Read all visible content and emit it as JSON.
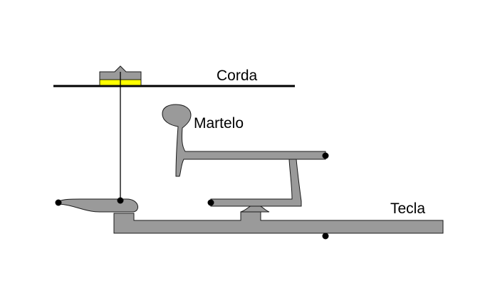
{
  "labels": {
    "string": "Corda",
    "hammer": "Martelo",
    "key": "Tecla"
  },
  "colors": {
    "part_fill": "#9a9a9a",
    "part_stroke": "#1a1a1a",
    "damper_felt": "#ffff00",
    "line": "#000000",
    "pivot": "#000000",
    "background": "#ffffff"
  }
}
